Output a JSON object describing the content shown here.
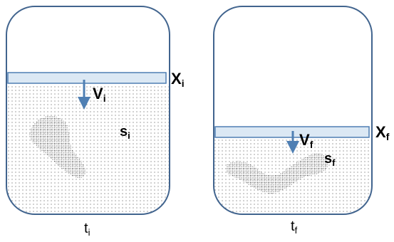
{
  "colors": {
    "container_stroke": "#41648e",
    "piston_fill": "#dbe8f4",
    "piston_stroke": "#4f7fb3",
    "arrow": "#4f7fb3",
    "particles": "#4a4a4a",
    "text": "#000000"
  },
  "diagrams": [
    {
      "id": "initial",
      "position_label": {
        "main": "X",
        "sub": "i"
      },
      "velocity_label": {
        "main": "V",
        "sub": "i"
      },
      "particle_label": {
        "main": "s",
        "sub": "i"
      },
      "time_label": {
        "main": "t",
        "sub": "i"
      }
    },
    {
      "id": "final",
      "position_label": {
        "main": "X",
        "sub": "f"
      },
      "velocity_label": {
        "main": "V",
        "sub": "f"
      },
      "particle_label": {
        "main": "s",
        "sub": "f"
      },
      "time_label": {
        "main": "t",
        "sub": "f"
      }
    }
  ]
}
